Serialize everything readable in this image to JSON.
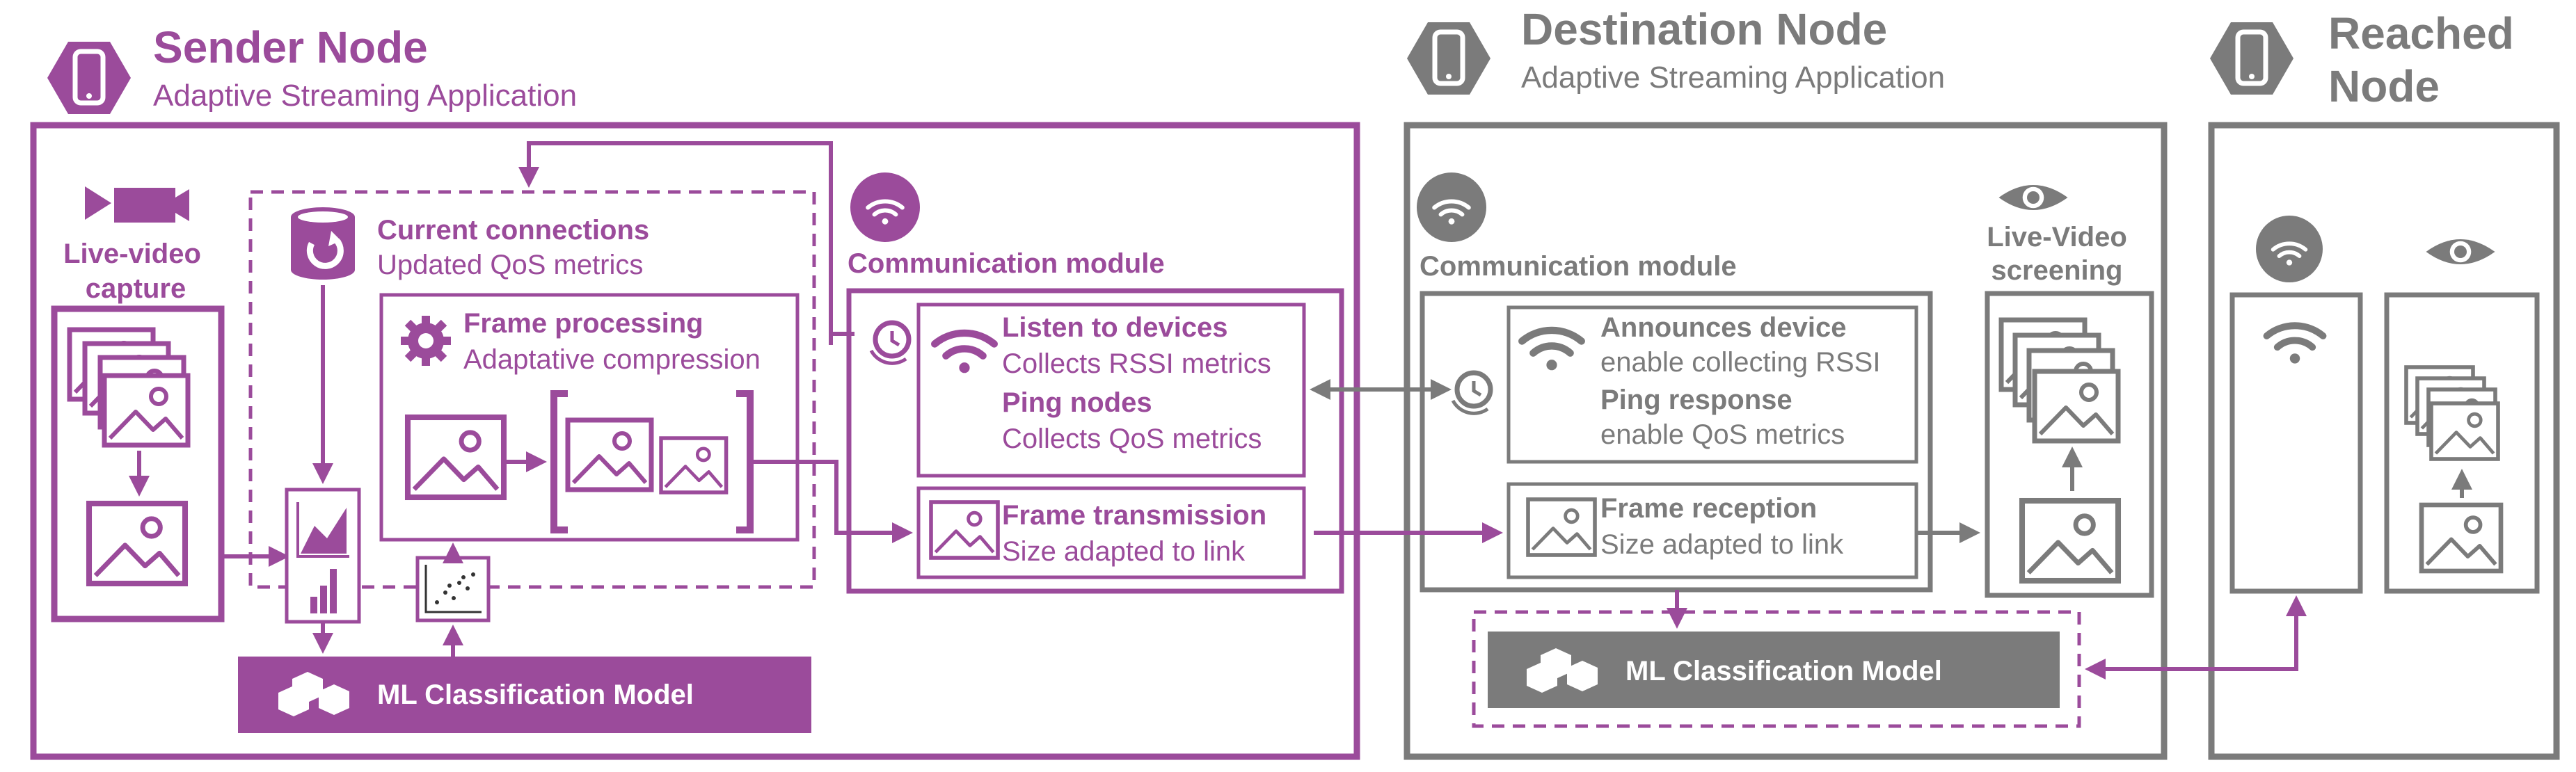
{
  "colors": {
    "purple": "#9b4b9b",
    "gray": "#7b7b7b",
    "white": "#ffffff"
  },
  "sender": {
    "title": "Sender Node",
    "subtitle": "Adaptive Streaming Application",
    "icon": "smartphone-icon",
    "capture_label_1": "Live-video",
    "capture_label_2": "capture",
    "connections_title": "Current connections",
    "connections_sub": "Updated QoS metrics",
    "processing_title": "Frame processing",
    "processing_sub": "Adaptative compression",
    "comm_title": "Communication module",
    "listen_title": "Listen to devices",
    "listen_sub": "Collects RSSI metrics",
    "ping_title": "Ping nodes",
    "ping_sub": "Collects QoS metrics",
    "tx_title": "Frame transmission",
    "tx_sub": "Size adapted to link",
    "ml_label": "ML Classification Model"
  },
  "destination": {
    "title": "Destination Node",
    "subtitle": "Adaptive Streaming Application",
    "icon": "smartphone-icon",
    "comm_title": "Communication module",
    "announce_title": "Announces device",
    "announce_sub": "enable collecting RSSI",
    "ping_title": "Ping response",
    "ping_sub": "enable QoS metrics",
    "rx_title": "Frame reception",
    "rx_sub": "Size adapted to link",
    "screen_label_1": "Live-Video",
    "screen_label_2": "screening",
    "ml_label": "ML Classification Model"
  },
  "reached": {
    "title_1": "Reached",
    "title_2": "Node",
    "icon": "smartphone-icon"
  }
}
